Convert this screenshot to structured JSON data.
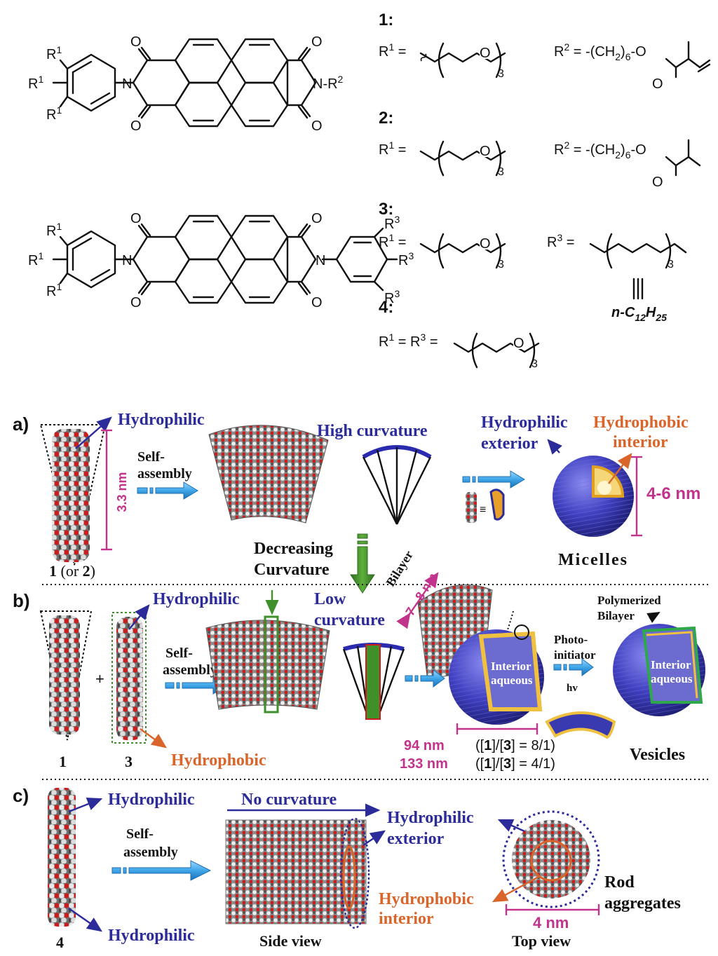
{
  "structures": {
    "top_molecule": {
      "sub_r1": "R",
      "sup_r1": "1",
      "imide_n": "N",
      "n_r2": "N-R",
      "sup_r2": "2",
      "oxygen": "O"
    },
    "bottom_molecule": {
      "sub_r1": "R",
      "sup_r1": "1",
      "sub_r3": "R",
      "sup_r3": "3",
      "oxygen": "O",
      "imide_n": "N"
    }
  },
  "compounds": [
    {
      "label": "1:",
      "r1_lhs": "R",
      "r1_sup": "1",
      "eq": " =",
      "r1_sub": "3",
      "r1_o": "O",
      "r2_lhs": "R",
      "r2_sup": "2",
      "r2_text": " = -(CH",
      "r2_sub": "2",
      "r2_tail": ")",
      "r2_sub2": "6",
      "r2_end": "-O",
      "r2_o": "O"
    },
    {
      "label": "2:",
      "r1_lhs": "R",
      "r1_sup": "1",
      "eq": " =",
      "r1_sub": "3",
      "r1_o": "O",
      "r2_lhs": "R",
      "r2_sup": "2",
      "r2_text": " = -(CH",
      "r2_sub": "2",
      "r2_tail": ")",
      "r2_sub2": "6",
      "r2_end": "-O",
      "r2_o": "O"
    },
    {
      "label": "3:",
      "r1_lhs": "R",
      "r1_sup": "1",
      "eq": " =",
      "r1_sub": "3",
      "r1_o": "O",
      "r3_lhs": "R",
      "r3_sup": "3",
      "r3_sub": "3",
      "alt": "n-C",
      "alt_sub1": "12",
      "alt_mid": "H",
      "alt_sub2": "25"
    },
    {
      "label": "4:",
      "lhs": "R",
      "sup1": "1",
      "mid": " = R",
      "sup3": "3",
      "eq": " =",
      "r_o": "O",
      "r_sub": "3"
    }
  ],
  "panel_a": {
    "label": "a)",
    "hydrophilic": "Hydrophilic",
    "length": "3.3 nm",
    "self_assembly_1": "Self-",
    "self_assembly_2": "assembly",
    "high_curvature": "High curvature",
    "hydrophilic_exterior_1": "Hydrophilic",
    "hydrophilic_exterior_2": "exterior",
    "hydrophobic_interior_1": "Hydrophobic",
    "hydrophobic_interior_2": "interior",
    "size": "4-6 nm",
    "compound": "1",
    "compound_alt_pre": " (or ",
    "compound_alt": "2",
    "compound_alt_post": ")",
    "decreasing_1": "Decreasing",
    "decreasing_2": "Curvature",
    "micelles": "Micelles",
    "equiv": "≡"
  },
  "panel_b": {
    "label": "b)",
    "hydrophilic": "Hydrophilic",
    "plus": "+",
    "self_assembly_1": "Self-",
    "self_assembly_2": "assembly",
    "low_curvature_1": "Low",
    "low_curvature_2": "curvature",
    "bilayer": "Bilayer",
    "bilayer_size": "7 - 8 nm",
    "polymerized_1": "Polymerized",
    "polymerized_2": "Bilayer",
    "photo_1": "Photo-",
    "photo_2": "initiator",
    "hv": "hv",
    "interior_1": "Interior",
    "interior_2": "aqueous",
    "interior_b_1": "Interior",
    "interior_b_2": "aqueous",
    "compound_1": "1",
    "compound_3": "3",
    "hydrophobic": "Hydrophobic",
    "size_1": "94 nm",
    "size_2": "133 nm",
    "ratio_1_pre": "([",
    "ratio_1_a": "1",
    "ratio_1_mid": "]/[",
    "ratio_1_b": "3",
    "ratio_1_post": "] = 8/1)",
    "ratio_2_pre": "([",
    "ratio_2_a": "1",
    "ratio_2_mid": "]/[",
    "ratio_2_b": "3",
    "ratio_2_post": "] = 4/1)",
    "vesicles": "Vesicles"
  },
  "panel_c": {
    "label": "c)",
    "hydrophilic_top": "Hydrophilic",
    "hydrophilic_bottom": "Hydrophilic",
    "self_assembly_1": "Self-",
    "self_assembly_2": "assembly",
    "no_curvature": "No curvature",
    "hydrophilic_exterior_1": "Hydrophilic",
    "hydrophilic_exterior_2": "exterior",
    "hydrophobic_interior_1": "Hydrophobic",
    "hydrophobic_interior_2": "interior",
    "rod_1": "Rod",
    "rod_2": "aggregates",
    "size": "4  nm",
    "compound": "4",
    "side_view": "Side view",
    "top_view": "Top view"
  },
  "colors": {
    "blue_text": "#2b2b9a",
    "orange_text": "#d9652a",
    "magenta": "#c2338c",
    "arrow_fill": "#3ea6e8",
    "green_arrow": "#3f8f2a",
    "sphere": "#3a3ab0",
    "atom_red": "#c81e1e",
    "atom_white": "#e6e6e6",
    "atom_grey": "#555555"
  }
}
